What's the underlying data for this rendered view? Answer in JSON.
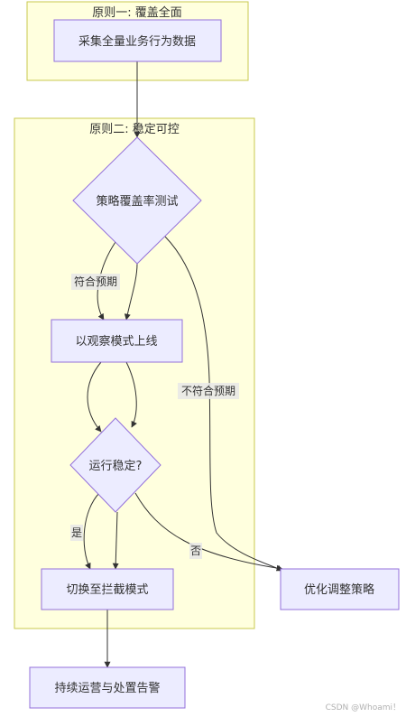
{
  "clusters": {
    "principle1": "原则一: 覆盖全面",
    "principle2": "原则二: 稳定可控"
  },
  "nodes": {
    "collect": "采集全量业务行为数据",
    "strategy_test": "策略覆盖率测试",
    "observe": "以观察模式上线",
    "stable": "运行稳定?",
    "intercept": "切换至拦截模式",
    "optimize": "优化调整策略",
    "operate": "持续运营与处置告警"
  },
  "edges": {
    "meets": "符合预期",
    "not_meets": "不符合预期",
    "yes": "是",
    "no": "否"
  },
  "watermark": "CSDN @Whoami！",
  "colors": {
    "cluster_fill": "#ffffde",
    "cluster_stroke": "#c9c94f",
    "node_fill": "#ececff",
    "node_stroke": "#9370db",
    "edge": "#333333"
  }
}
